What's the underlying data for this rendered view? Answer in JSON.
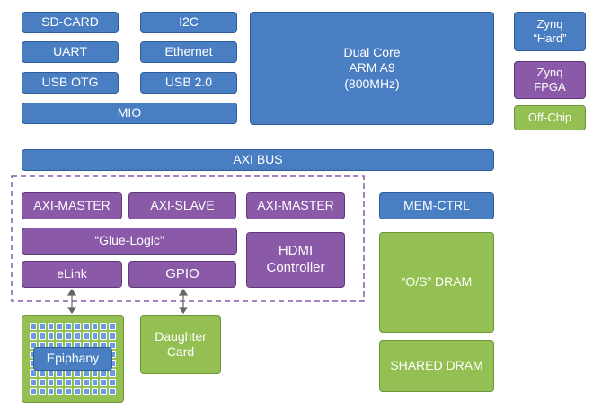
{
  "blocks": {
    "sd_card": "SD-CARD",
    "i2c": "I2C",
    "uart": "UART",
    "ethernet": "Ethernet",
    "usb_otg": "USB OTG",
    "usb_2": "USB 2.0",
    "mio": "MIO",
    "cpu": "Dual Core\nARM A9\n(800MHz)",
    "axi_bus": "AXI BUS",
    "axi_master_1": "AXI-MASTER",
    "axi_slave": "AXI-SLAVE",
    "axi_master_2": "AXI-MASTER",
    "mem_ctrl": "MEM-CTRL",
    "glue_logic": "“Glue-Logic”",
    "hdmi": "HDMI\nController",
    "elink": "eLink",
    "gpio": "GPIO",
    "epiphany": "Epiphany",
    "daughter_card": "Daughter\nCard",
    "os_dram": "“O/S” DRAM",
    "shared_dram": "SHARED DRAM"
  },
  "legend": {
    "hard": "Zynq\n“Hard”",
    "fpga": "Zynq\nFPGA",
    "offchip": "Off-Chip"
  },
  "colors": {
    "zynq_hard": "#4a7ec2",
    "zynq_fpga": "#8a5aa8",
    "off_chip": "#94bf52",
    "fpga_boundary": "#8a5aa8"
  }
}
